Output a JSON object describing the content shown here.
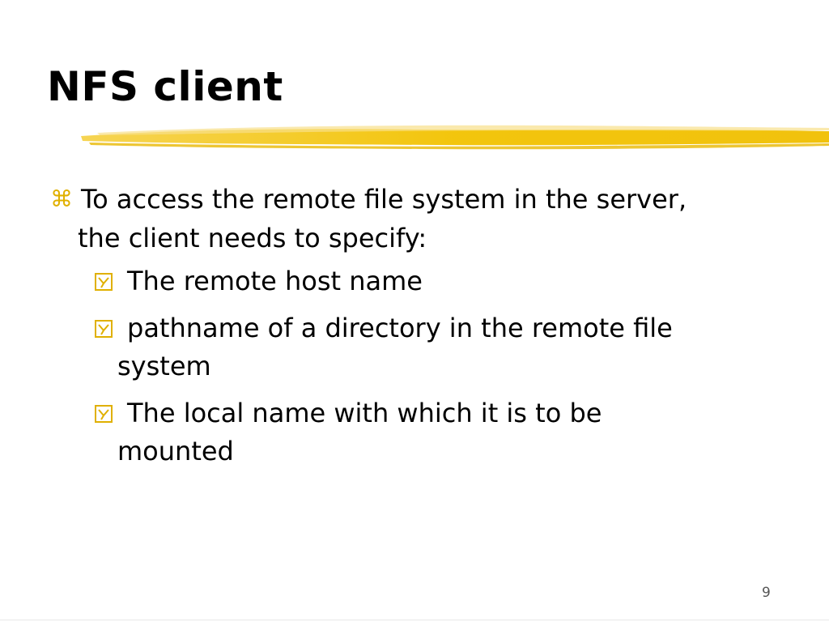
{
  "slide": {
    "title": "NFS client",
    "accent_color": "#f0c000",
    "bullet": {
      "icon": "command-key-icon",
      "line1": "To access the remote file system in the server,",
      "line2": "the client needs to specify:"
    },
    "sub_bullets": [
      {
        "icon": "checkbox-y-icon",
        "line1": "The remote host name",
        "line2": ""
      },
      {
        "icon": "checkbox-y-icon",
        "line1": "pathname of a directory in the remote file",
        "line2": "system"
      },
      {
        "icon": "checkbox-y-icon",
        "line1": "The local name with which it is to be",
        "line2": "mounted"
      }
    ],
    "page_number": "9"
  }
}
